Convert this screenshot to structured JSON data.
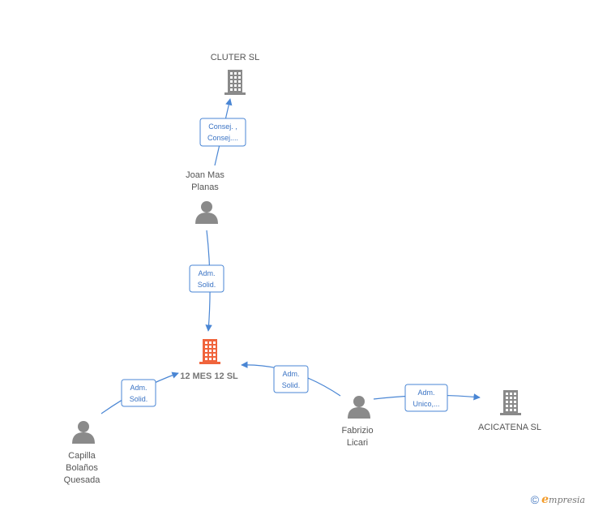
{
  "colors": {
    "edge": "#4a86d4",
    "company": "#8a8a8a",
    "company_main": "#f0643c",
    "person": "#8a8a8a"
  },
  "nodes": [
    {
      "id": "cluter",
      "type": "company",
      "icon": "building-icon",
      "label": [
        "CLUTER SL"
      ]
    },
    {
      "id": "joan",
      "type": "person",
      "icon": "person-icon",
      "label": [
        "Joan Mas",
        "Planas"
      ]
    },
    {
      "id": "main",
      "type": "company-main",
      "icon": "building-icon",
      "label": [
        "12 MES 12  SL"
      ]
    },
    {
      "id": "capilla",
      "type": "person",
      "icon": "person-icon",
      "label": [
        "Capilla",
        "Bolaños",
        "Quesada"
      ]
    },
    {
      "id": "fabrizio",
      "type": "person",
      "icon": "person-icon",
      "label": [
        "Fabrizio",
        "Licari"
      ]
    },
    {
      "id": "acicatena",
      "type": "company",
      "icon": "building-icon",
      "label": [
        "ACICATENA  SL"
      ]
    }
  ],
  "edges": [
    {
      "from": "joan",
      "to": "cluter",
      "label": [
        "Consej. ,",
        "Consej...."
      ]
    },
    {
      "from": "joan",
      "to": "main",
      "label": [
        "Adm.",
        "Solid."
      ]
    },
    {
      "from": "capilla",
      "to": "main",
      "label": [
        "Adm.",
        "Solid."
      ]
    },
    {
      "from": "fabrizio",
      "to": "main",
      "label": [
        "Adm.",
        "Solid."
      ]
    },
    {
      "from": "fabrizio",
      "to": "acicatena",
      "label": [
        "Adm.",
        "Unico,..."
      ]
    }
  ],
  "footer": {
    "copyright": "©",
    "brand_initial": "e",
    "brand_rest": "mpresia"
  }
}
